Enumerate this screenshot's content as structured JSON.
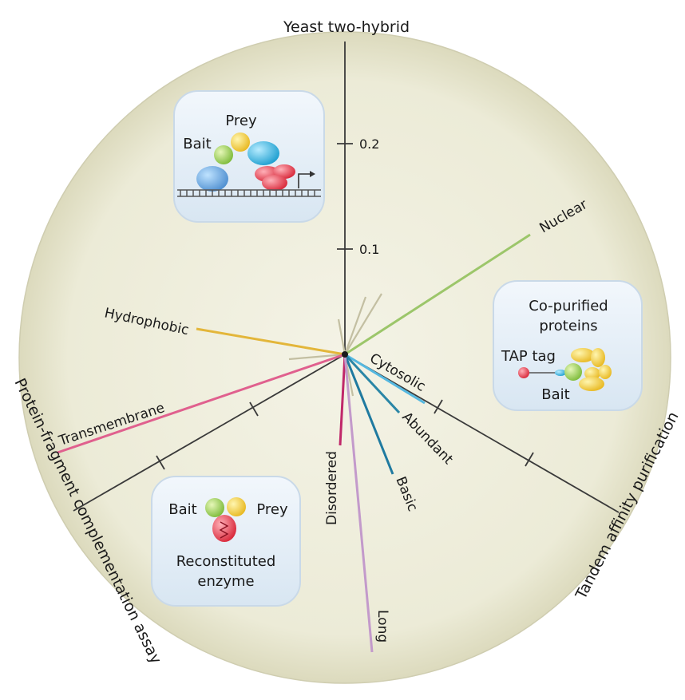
{
  "axes": {
    "top": "Yeast two-hybrid",
    "right": "Tandem affinity purification",
    "left": "Protein-fragment complementation assay"
  },
  "ticks": [
    "0.1",
    "0.2"
  ],
  "vectors": [
    {
      "label": "Nuclear",
      "color": "#9cc66a"
    },
    {
      "label": "Hydrophobic",
      "color": "#e3b63a"
    },
    {
      "label": "Transmembrane",
      "color": "#e0608e"
    },
    {
      "label": "Cytosolic",
      "color": "#55b8e0"
    },
    {
      "label": "Abundant",
      "color": "#2a86a6"
    },
    {
      "label": "Basic",
      "color": "#1f7aa0"
    },
    {
      "label": "Disordered",
      "color": "#c0286a"
    },
    {
      "label": "Long",
      "color": "#c39acb"
    }
  ],
  "panels": {
    "y2h": {
      "bait": "Bait",
      "prey": "Prey"
    },
    "tap": {
      "line1": "Co-purified",
      "line2": "proteins",
      "tag": "TAP tag",
      "bait": "Bait"
    },
    "pca": {
      "bait": "Bait",
      "prey": "Prey",
      "line1": "Reconstituted",
      "line2": "enzyme"
    }
  },
  "colors": {
    "background_circle": "#ecebd7",
    "axis": "#3a3a3a",
    "panel_fill": "#e4eef7",
    "panel_border": "#c9d9e8"
  }
}
